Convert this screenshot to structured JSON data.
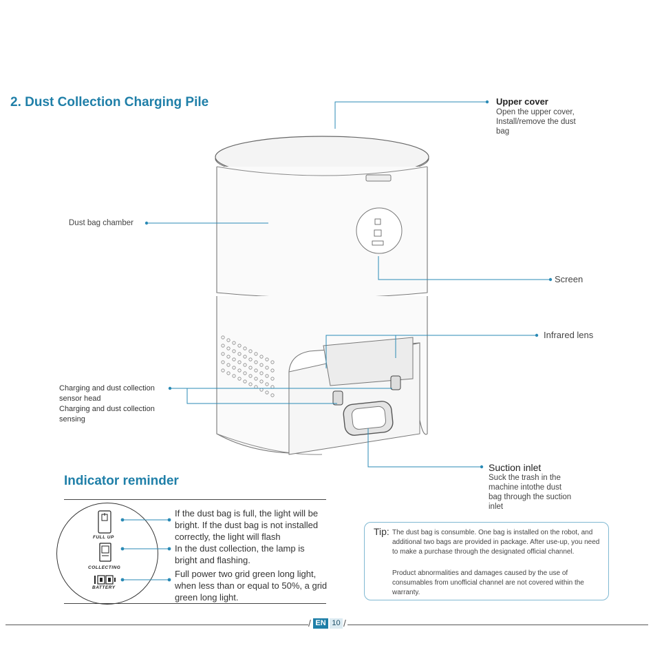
{
  "page": {
    "section_title": "2. Dust Collection Charging Pile",
    "language_badge": "EN",
    "page_number": "10"
  },
  "callouts": {
    "upper_cover_title": "Upper cover",
    "upper_cover_desc": "Open the upper cover, Install/remove the dust bag",
    "dust_bag_chamber": "Dust bag chamber",
    "screen": "Screen",
    "infrared_lens": "Infrared lens",
    "sensor_head": "Charging and dust collection sensor head",
    "sensing": "Charging and dust collection sensing",
    "suction_inlet_title": "Suction inlet",
    "suction_inlet_desc": "Suck the trash in the machine intothe dust bag through the suction inlet"
  },
  "indicator": {
    "title": "Indicator reminder",
    "items": [
      {
        "label": "FULL UP",
        "icon": "dust-bag-full-icon",
        "text": "If the dust bag is full, the light will be bright. If the dust bag is not installed correctly, the light will flash"
      },
      {
        "label": "COLLECTING",
        "icon": "collecting-icon",
        "text": "In the dust collection, the lamp is bright and flashing."
      },
      {
        "label": "BATTERY",
        "icon": "battery-icon",
        "text": "Full power two grid green long light, when less than or equal to 50%, a grid green long light."
      }
    ]
  },
  "tip": {
    "label": "Tip:",
    "para1": "The dust bag is consumble. One bag is installed on the robot, and additional two bags are provided in package. After use-up, you need to make a purchase through the designated official channel.",
    "para2": "Product abnormalities and damages caused by the use of consumables from unofficial channel are not covered within the warranty."
  },
  "colors": {
    "accent": "#1f7fa8",
    "line": "#2a8ab5"
  }
}
